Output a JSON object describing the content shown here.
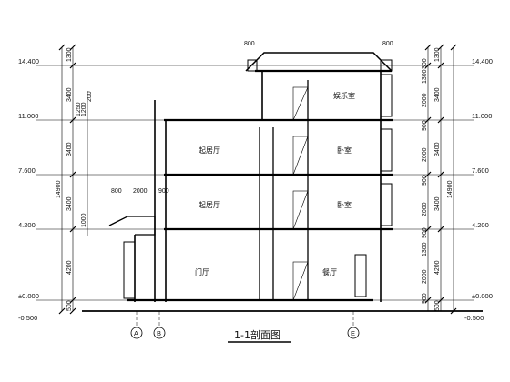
{
  "drawing": {
    "title": "1-1剖面图",
    "levels": [
      "14.400",
      "11.000",
      "7.600",
      "4.200",
      "±0.000",
      "-0.500"
    ],
    "left_dims_outer": [
      "1300",
      "3400",
      "3400",
      "3400",
      "4200",
      "500"
    ],
    "left_dims_total": "14900",
    "left_dims_inner": [
      "1200",
      "1250",
      "200",
      "1000"
    ],
    "right_dims_inner": [
      "300",
      "1300",
      "2000",
      "900",
      "2000",
      "900",
      "2000",
      "900",
      "1300",
      "2000",
      "900"
    ],
    "right_dims_outer": [
      "1300",
      "3400",
      "3400",
      "3400",
      "4200",
      "500"
    ],
    "right_dims_total": "14900",
    "top_dims": [
      "800",
      "800"
    ],
    "mid_dims": [
      "800",
      "2000",
      "900"
    ],
    "rooms": [
      "娱乐室",
      "起居厅",
      "卧室",
      "起居厅",
      "卧室",
      "门厅",
      "餐厅"
    ],
    "axes": [
      "A",
      "B",
      "E"
    ]
  }
}
